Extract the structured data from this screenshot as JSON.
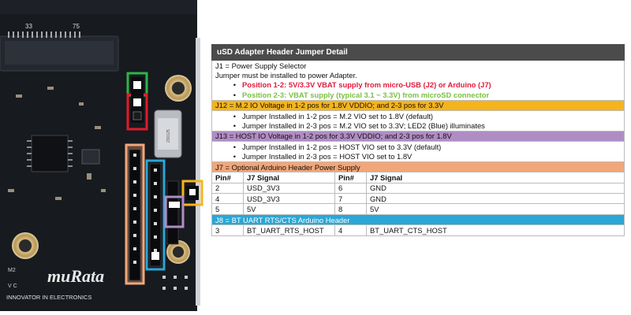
{
  "board": {
    "silk_numbers": [
      "33",
      "75"
    ],
    "brand": "muRata",
    "tagline": "INNOVATOR IN ELECTRONICS",
    "corner_label": "M2",
    "corner_label_2": "V C",
    "chip_label": "230125",
    "colors": {
      "pcb": "#171a1f",
      "green_box": "#2fb34a",
      "red_box": "#e01b2a",
      "orange_box": "#f2a679",
      "blue_box": "#2aa7d6",
      "yellow_box": "#f5b41c",
      "purple_box": "#b08cc4",
      "gold_pad": "#c9a96b"
    }
  },
  "table": {
    "title": "uSD Adapter Header Jumper Detail",
    "j1": {
      "heading": "J1 = Power Supply Selector",
      "note": "Jumper must be installed to power Adapter.",
      "bullet": "•",
      "pos12": "Position 1-2: 5V/3.3V VBAT supply from micro-USB (J2) or Arduino (J7)",
      "pos23": "Position 2-3: VBAT supply (typical 3.1 ~ 3.3V) from microSD connector"
    },
    "j12": {
      "heading": "J12 = M.2 IO Voltage in 1-2 pos for 1.8V VDDIO; and 2-3 pos for 3.3V",
      "line1": "Jumper Installed in 1-2 pos = M.2 VIO set to 1.8V (default)",
      "line2": "Jumper Installed in 2-3 pos = M.2 VIO set to 3.3V; LED2 (Blue) illuminates"
    },
    "j13": {
      "heading": "J13 = HOST IO Voltage in 1-2 pos for 3.3V VDDIO; and 2-3 pos for 1.8V",
      "line1": "Jumper Installed in 1-2 pos = HOST VIO set to 3.3V (default)",
      "line2": "Jumper Installed in 2-3 pos = HOST VIO set to 1.8V"
    },
    "j7": {
      "heading": "J7 = Optional Arduino Header Power Supply",
      "col_pin": "Pin#",
      "col_signal": "J7 Signal",
      "rows": [
        {
          "pin_a": "2",
          "sig_a": "USD_3V3",
          "pin_b": "6",
          "sig_b": "GND"
        },
        {
          "pin_a": "4",
          "sig_a": "USD_3V3",
          "pin_b": "7",
          "sig_b": "GND"
        },
        {
          "pin_a": "5",
          "sig_a": "5V",
          "pin_b": "8",
          "sig_b": "5V"
        }
      ]
    },
    "j8": {
      "heading": "J8 = BT UART RTS/CTS Arduino Header",
      "row": {
        "pin_a": "3",
        "sig_a": "BT_UART_RTS_HOST",
        "pin_b": "4",
        "sig_b": "BT_UART_CTS_HOST"
      }
    }
  }
}
